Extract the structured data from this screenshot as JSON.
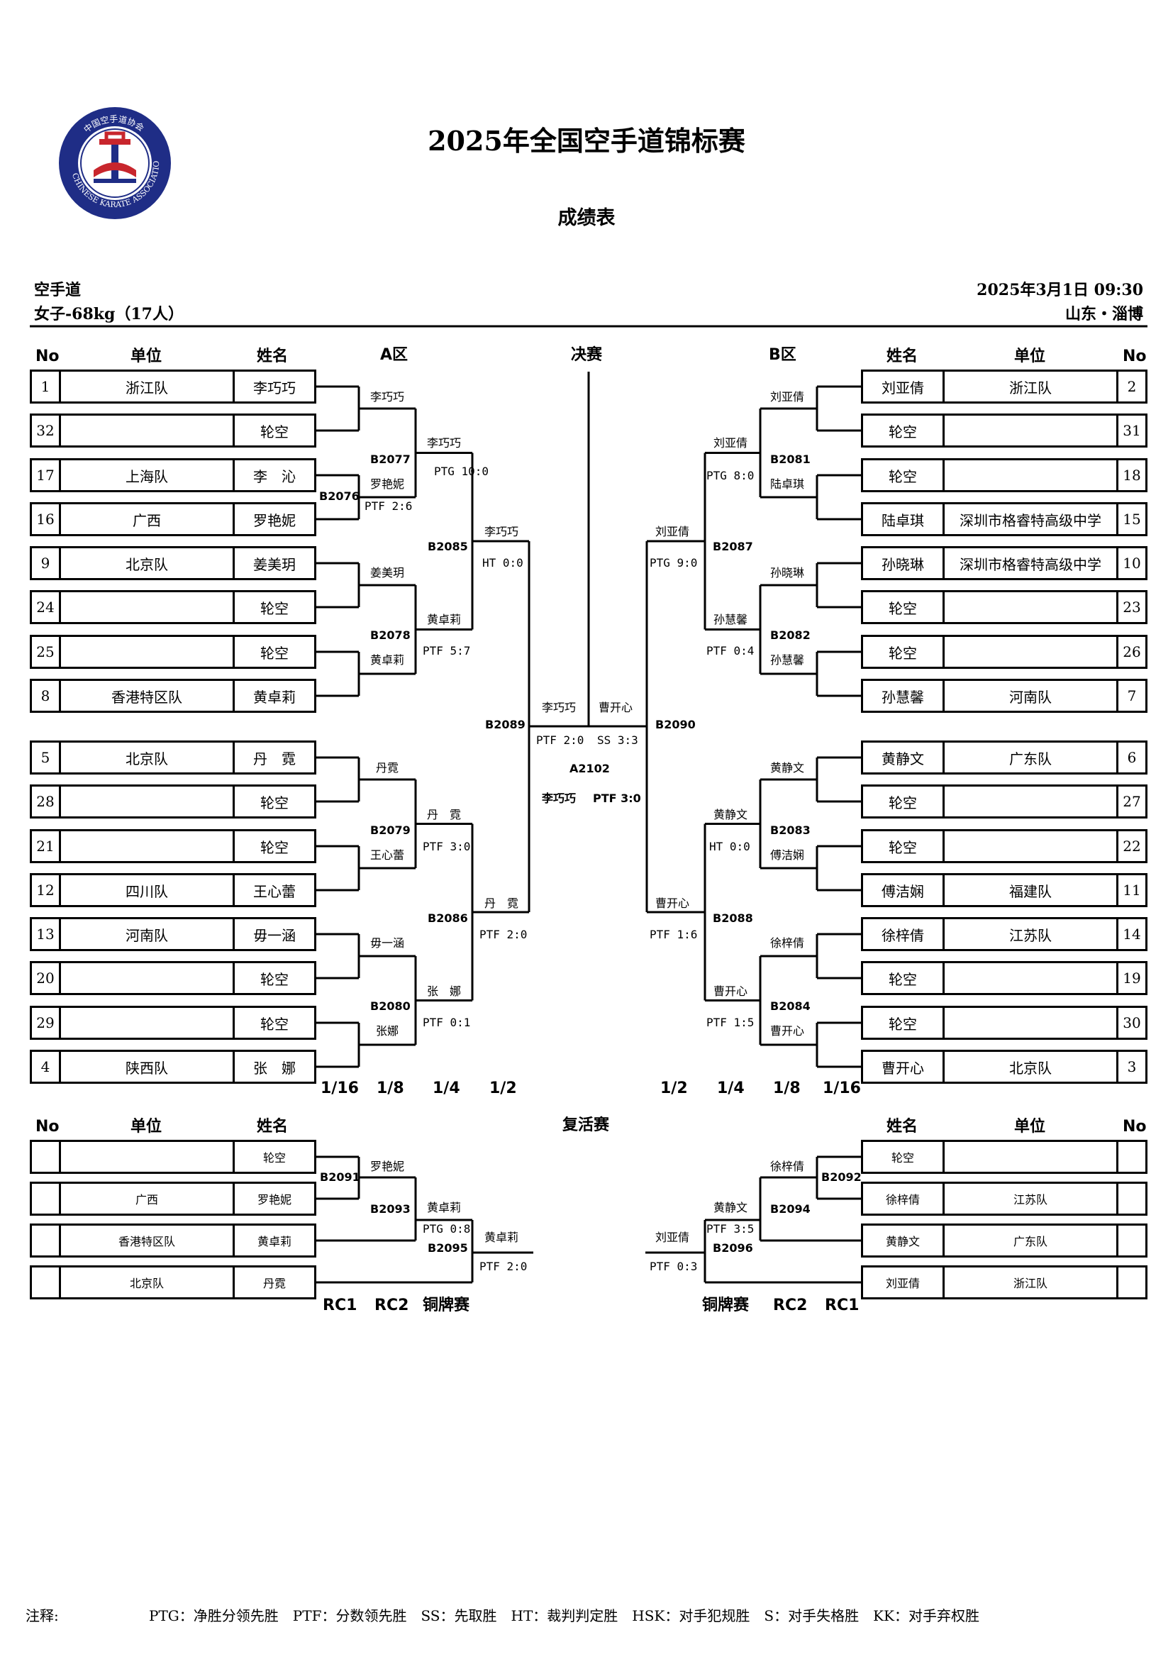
{
  "header": {
    "title": "2025年全国空手道锦标赛",
    "subtitle": "成绩表",
    "sport": "空手道",
    "category": "女子-68kg（17人）",
    "datetime": "2025年3月1日  09:30",
    "location": "山东・淄博",
    "logo_text": "中国空手道协会 CHINESE KARATE ASSOCIATION"
  },
  "columns": {
    "no": "No",
    "unit": "单位",
    "name": "姓名",
    "zone_a": "A区",
    "final": "决赛",
    "zone_b": "B区"
  },
  "left_entries": [
    {
      "no": "1",
      "unit": "浙江队",
      "name": "李巧巧"
    },
    {
      "no": "32",
      "unit": "",
      "name": "轮空"
    },
    {
      "no": "17",
      "unit": "上海队",
      "name": "李　沁"
    },
    {
      "no": "16",
      "unit": "广西",
      "name": "罗艳妮"
    },
    {
      "no": "9",
      "unit": "北京队",
      "name": "姜美玥"
    },
    {
      "no": "24",
      "unit": "",
      "name": "轮空"
    },
    {
      "no": "25",
      "unit": "",
      "name": "轮空"
    },
    {
      "no": "8",
      "unit": "香港特区队",
      "name": "黄卓莉"
    },
    {
      "no": "5",
      "unit": "北京队",
      "name": "丹　霓"
    },
    {
      "no": "28",
      "unit": "",
      "name": "轮空"
    },
    {
      "no": "21",
      "unit": "",
      "name": "轮空"
    },
    {
      "no": "12",
      "unit": "四川队",
      "name": "王心蕾"
    },
    {
      "no": "13",
      "unit": "河南队",
      "name": "毋一涵"
    },
    {
      "no": "20",
      "unit": "",
      "name": "轮空"
    },
    {
      "no": "29",
      "unit": "",
      "name": "轮空"
    },
    {
      "no": "4",
      "unit": "陕西队",
      "name": "张　娜"
    }
  ],
  "right_entries": [
    {
      "no": "2",
      "unit": "浙江队",
      "name": "刘亚倩"
    },
    {
      "no": "31",
      "unit": "",
      "name": "轮空"
    },
    {
      "no": "18",
      "unit": "",
      "name": "轮空"
    },
    {
      "no": "15",
      "unit": "深圳市格睿特高级中学",
      "name": "陆卓琪"
    },
    {
      "no": "10",
      "unit": "深圳市格睿特高级中学",
      "name": "孙晓琳"
    },
    {
      "no": "23",
      "unit": "",
      "name": "轮空"
    },
    {
      "no": "26",
      "unit": "",
      "name": "轮空"
    },
    {
      "no": "7",
      "unit": "河南队",
      "name": "孙慧馨"
    },
    {
      "no": "6",
      "unit": "广东队",
      "name": "黄静文"
    },
    {
      "no": "27",
      "unit": "",
      "name": "轮空"
    },
    {
      "no": "22",
      "unit": "",
      "name": "轮空"
    },
    {
      "no": "11",
      "unit": "福建队",
      "name": "傅洁娴"
    },
    {
      "no": "14",
      "unit": "江苏队",
      "name": "徐梓倩"
    },
    {
      "no": "19",
      "unit": "",
      "name": "轮空"
    },
    {
      "no": "30",
      "unit": "",
      "name": "轮空"
    },
    {
      "no": "3",
      "unit": "北京队",
      "name": "曹开心"
    }
  ],
  "bracket_labels": {
    "l1a": "李巧巧",
    "l1b": "罗艳妮",
    "l1c": "姜美玥",
    "l1d": "黄卓莉",
    "l1e": "丹霓",
    "l1f": "王心蕾",
    "l1g": "毋一涵",
    "l1h": "张娜",
    "l2a": "李巧巧",
    "l2b": "黄卓莉",
    "l2c": "丹　霓",
    "l2d": "张　娜",
    "l3a": "李巧巧",
    "l3b": "丹　霓",
    "r1a": "刘亚倩",
    "r1b": "陆卓琪",
    "r1c": "孙晓琳",
    "r1d": "孙慧馨",
    "r1e": "黄静文",
    "r1f": "傅洁娴",
    "r1g": "徐梓倩",
    "r1h": "曹开心",
    "r2a": "刘亚倩",
    "r2b": "孙慧馨",
    "r2c": "黄静文",
    "r2d": "曹开心",
    "r3a": "刘亚倩",
    "r3b": "曹开心",
    "final_left": "李巧巧",
    "final_right": "曹开心"
  },
  "scores": {
    "b2076": "PTF 2:6",
    "b2077": "PTG 10:0",
    "b2078": "PTF 5:7",
    "b2085": "HT 0:0",
    "b2079": "PTF 3:0",
    "b2086": "PTF 2:0",
    "b2080": "PTF 0:1",
    "b2081": "PTG 8:0",
    "b2082": "PTF 0:4",
    "b2087": "PTG 9:0",
    "b2083": "HT 0:0",
    "b2084": "PTF 1:5",
    "b2088": "PTF 1:6",
    "b2089": "PTF 2:0",
    "b2090": "SS 3:3",
    "b2093": "PTG 0:8",
    "b2095": "PTF 2:0",
    "b2094": "PTF 3:5",
    "b2096": "PTF 0:3"
  },
  "bouts": {
    "b2076": "B2076",
    "b2077": "B2077",
    "b2078": "B2078",
    "b2079": "B2079",
    "b2080": "B2080",
    "b2081": "B2081",
    "b2082": "B2082",
    "b2083": "B2083",
    "b2084": "B2084",
    "b2085": "B2085",
    "b2086": "B2086",
    "b2087": "B2087",
    "b2088": "B2088",
    "b2089": "B2089",
    "b2090": "B2090",
    "b2091": "B2091",
    "b2092": "B2092",
    "b2093": "B2093",
    "b2094": "B2094",
    "b2095": "B2095",
    "b2096": "B2096"
  },
  "final": {
    "bout": "A2102",
    "winner": "李巧巧",
    "result": "PTF 3:0"
  },
  "rounds_left": [
    "1/16",
    "1/8",
    "1/4",
    "1/2"
  ],
  "rounds_right": [
    "1/2",
    "1/4",
    "1/8",
    "1/16"
  ],
  "repechage": {
    "title": "复活赛",
    "left_entries": [
      {
        "no": "",
        "unit": "",
        "name": "轮空"
      },
      {
        "no": "",
        "unit": "广西",
        "name": "罗艳妮"
      },
      {
        "no": "",
        "unit": "香港特区队",
        "name": "黄卓莉"
      },
      {
        "no": "",
        "unit": "北京队",
        "name": "丹霓"
      }
    ],
    "right_entries": [
      {
        "no": "",
        "unit": "",
        "name": "轮空"
      },
      {
        "no": "",
        "unit": "江苏队",
        "name": "徐梓倩"
      },
      {
        "no": "",
        "unit": "广东队",
        "name": "黄静文"
      },
      {
        "no": "",
        "unit": "浙江队",
        "name": "刘亚倩"
      }
    ],
    "labels": {
      "l1": "罗艳妮",
      "l2": "黄卓莉",
      "l3": "黄卓莉",
      "r1": "徐梓倩",
      "r2": "黄静文",
      "r3": "刘亚倩"
    },
    "rounds_left": [
      "RC1",
      "RC2",
      "铜牌赛"
    ],
    "rounds_right": [
      "铜牌赛",
      "RC2",
      "RC1"
    ]
  },
  "footer": {
    "label": "注释:",
    "legend": "PTG：净胜分领先胜　PTF：分数领先胜　SS：先取胜　HT：裁判判定胜　HSK：对手犯规胜　S：对手失格胜　KK：对手弃权胜"
  }
}
